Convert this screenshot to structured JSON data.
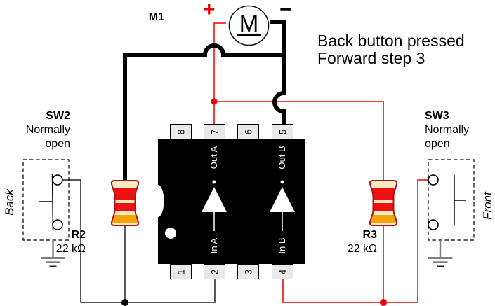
{
  "annotation": {
    "line1": "Back button pressed",
    "line2": "Forward step 3"
  },
  "motor": {
    "label": "M1",
    "symbol": "M",
    "plus_sign": "+",
    "minus_sign": "−"
  },
  "chip": {
    "top_pins": [
      "8",
      "7",
      "6",
      "5"
    ],
    "bottom_pins": [
      "1",
      "2",
      "3",
      "4"
    ],
    "labels": {
      "out_a": "Out A",
      "in_a": "In A",
      "out_b": "Out B",
      "in_b": "In B"
    }
  },
  "resistors": {
    "r2": {
      "name": "R2",
      "value": "22 kΩ"
    },
    "r3": {
      "name": "R3",
      "value": "22 kΩ"
    }
  },
  "switches": {
    "sw2": {
      "name": "SW2",
      "state": "Normally\nopen",
      "direction": "Back"
    },
    "sw3": {
      "name": "SW3",
      "state": "Normally\nopen",
      "direction": "Front"
    }
  },
  "colors": {
    "wire_red": "#e80000",
    "wire_black": "#222222",
    "highlight_path": "#000000",
    "resistor_body": "#fbe9c4",
    "resistor_border": "#a01818",
    "band_red": "#ee1111",
    "band_orange": "#f6a500",
    "pin_fill": "#e9e9e9",
    "ground_gray": "#808080"
  }
}
